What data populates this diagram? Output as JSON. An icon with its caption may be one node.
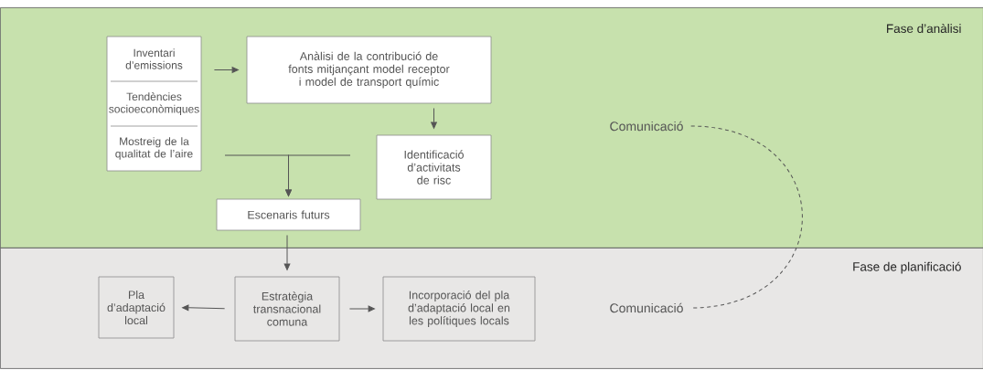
{
  "diagram": {
    "nodes": [
      {
        "text": [
          "Fase d’anàlisi"
        ]
      },
      {
        "text": [
          "Fase de planificació"
        ]
      },
      {
        "text": [
          "Inventari d’emissions",
          "Tendències socioeconòmiques",
          "Mostreig de la qualitat de l’aire"
        ],
        "in": 0
      },
      {
        "text": [
          "Anàlisi de la contribució de fonts mitjançant model receptor i model de transport químic"
        ],
        "in": 0
      },
      {
        "text": [
          "Identificació d’activitats de risc"
        ],
        "in": 0
      },
      {
        "text": [
          "Escenaris futurs"
        ],
        "in": 0
      },
      {
        "text": [
          "Pla d’adaptació local"
        ],
        "in": 1
      },
      {
        "text": [
          "Estratègia transnacional comuna"
        ],
        "in": 1
      },
      {
        "text": [
          "Incorporació del pla d’adaptació local en les polítiques locals"
        ],
        "in": 1
      },
      {
        "text": [
          "Comunicació"
        ],
        "in": 0
      },
      {
        "text": [
          "Comunicació"
        ],
        "in": 1
      }
    ],
    "edges": [
      {
        "from": 2,
        "to": 3,
        "arrow": "to"
      },
      {
        "from": 3,
        "to": 4,
        "arrow": "to"
      },
      {
        "from": 2,
        "to": 5,
        "arrow": "to"
      },
      {
        "from": 4,
        "to": 5,
        "arrow": "to"
      },
      {
        "from": 5,
        "to": 7,
        "arrow": "to"
      },
      {
        "from": 7,
        "to": 6,
        "arrow": "to"
      },
      {
        "from": 7,
        "to": 8,
        "arrow": "to"
      },
      {
        "from": 9,
        "to": 10,
        "arrow": "none",
        "style": "dashed"
      }
    ]
  }
}
